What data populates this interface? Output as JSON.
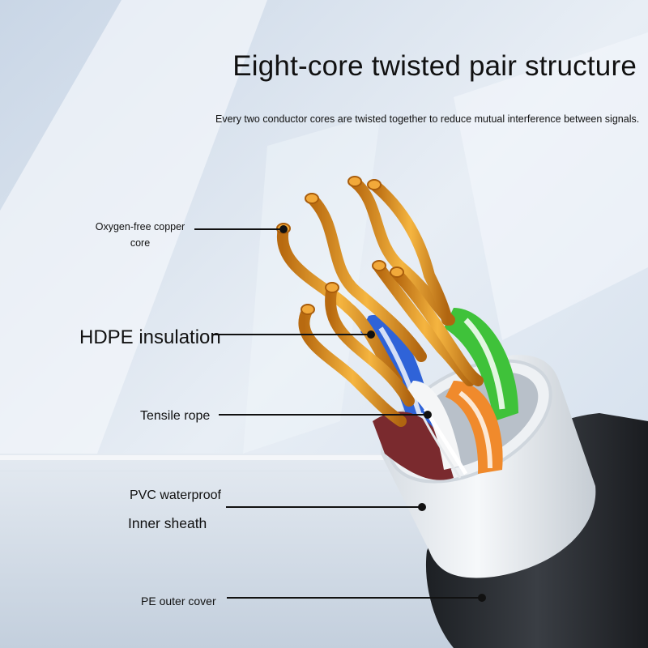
{
  "title": "Eight-core twisted pair structure",
  "subtitle": "Every two conductor cores are twisted together to reduce mutual interference between signals.",
  "labels": {
    "copper": "Oxygen-free copper core",
    "hdpe": "HDPE insulation",
    "tensile": "Tensile rope",
    "pvc_line1": "PVC waterproof",
    "pvc_line2": "Inner sheath",
    "pe": "PE outer cover"
  },
  "colors": {
    "copper": "#e59a1f",
    "blue_insulation": "#2f63d8",
    "green_insulation": "#3fc23a",
    "orange_insulation": "#f08a2c",
    "brown_insulation": "#7a2a2e",
    "inner_sheath": "#e9eef2",
    "outer_cover": "#2c2f33",
    "leader_line": "#111111"
  }
}
